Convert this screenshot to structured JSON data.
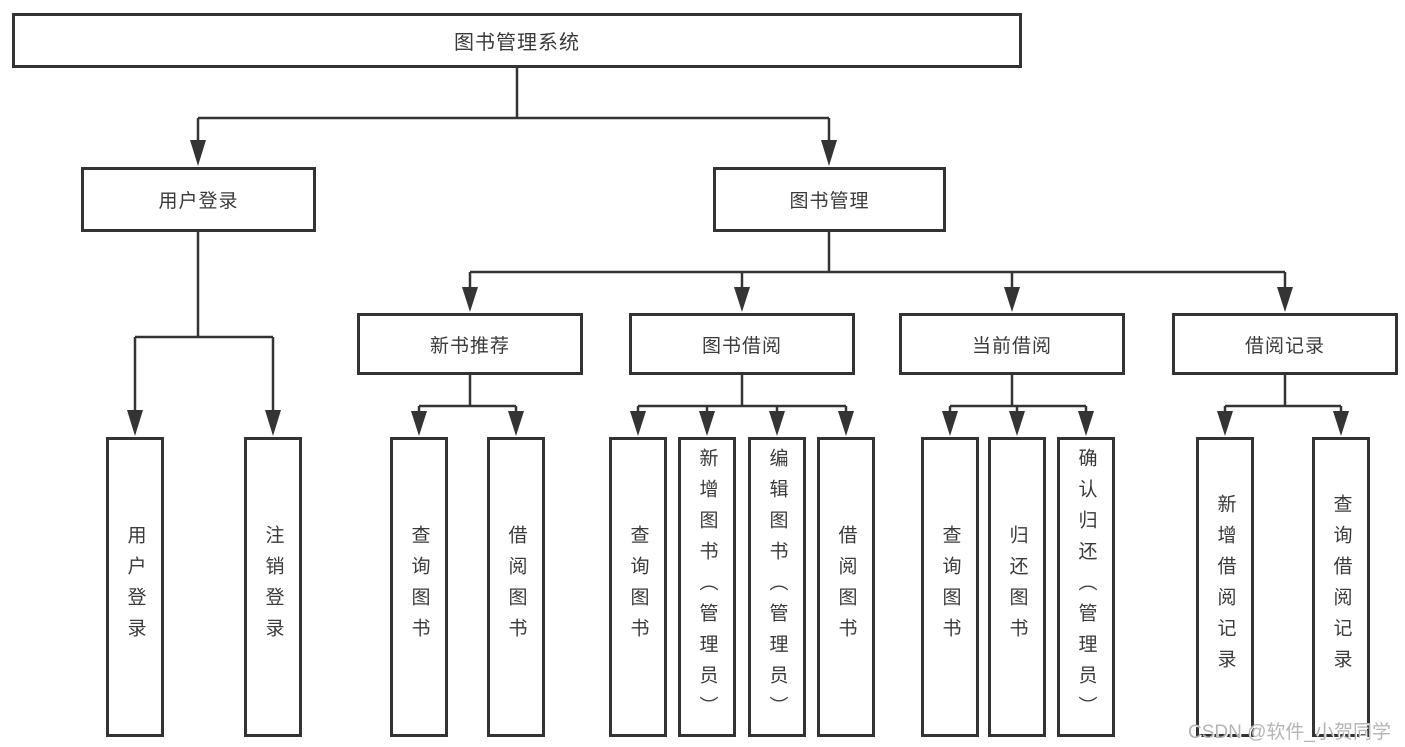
{
  "tree": {
    "root": "图书管理系统",
    "branches": [
      {
        "label": "用户登录",
        "leaves": [
          "用户登录",
          "注销登录"
        ]
      },
      {
        "label": "图书管理",
        "groups": [
          {
            "label": "新书推荐",
            "leaves": [
              "查询图书",
              "借阅图书"
            ]
          },
          {
            "label": "图书借阅",
            "leaves": [
              "查询图书",
              "新增图书（管理员）",
              "编辑图书（管理员）",
              "借阅图书"
            ]
          },
          {
            "label": "当前借阅",
            "leaves": [
              "查询图书",
              "归还图书",
              "确认归还（管理员）"
            ]
          },
          {
            "label": "借阅记录",
            "leaves": [
              "新增借阅记录",
              "查询借阅记录"
            ]
          }
        ]
      }
    ]
  },
  "watermark": "CSDN @软件_小贺同学",
  "colors": {
    "line": "#343434",
    "box_border": "#333333",
    "text": "#3a3a3a",
    "watermark": "#b5b5b5",
    "background": "#ffffff"
  }
}
